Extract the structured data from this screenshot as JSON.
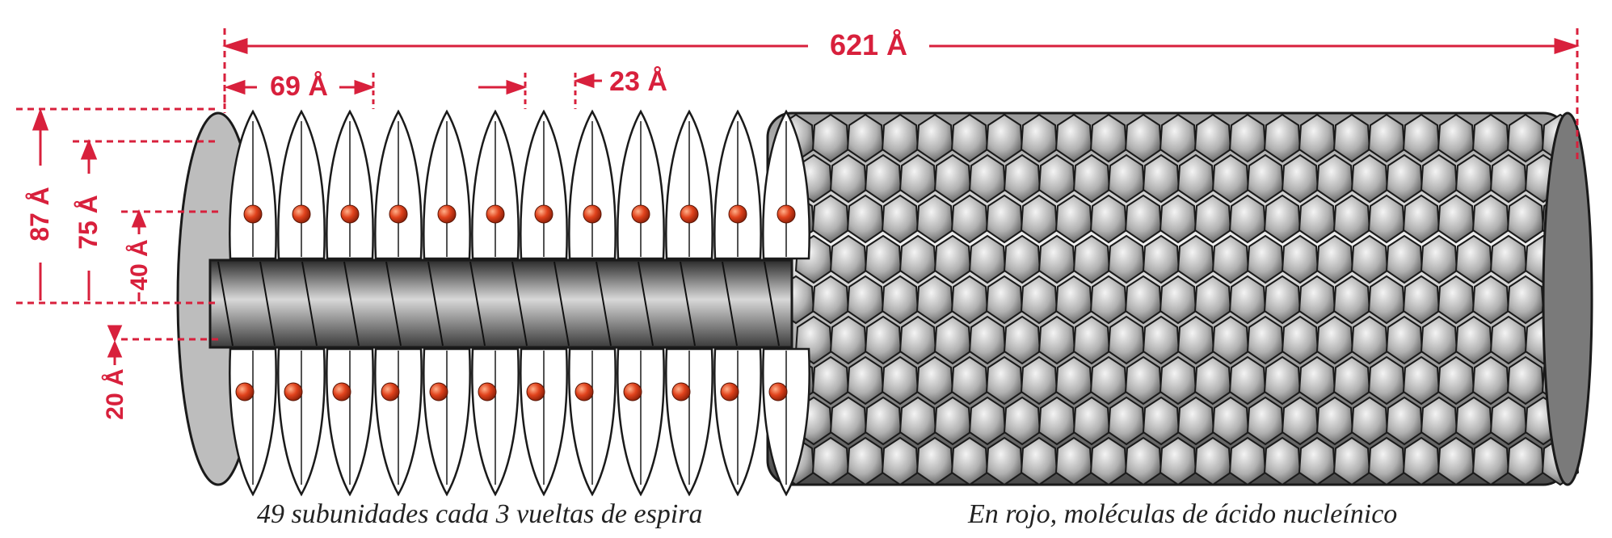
{
  "colors": {
    "dimension": "#d8203c",
    "protein": "#6a6a6a",
    "rna_bead": "#e0421c",
    "outline": "#1a1a1a"
  },
  "dimensions": {
    "total_length": "621 Å",
    "pitch": "69 Å",
    "subunit_spacing": "23 Å",
    "outer_diameter": "87 Å",
    "rna_diameter": "75 Å",
    "core_diameter": "40 Å",
    "inner_radius": "20 Å"
  },
  "captions": {
    "left": "49 subunidades cada 3 vueltas de espira",
    "right": "En rojo, moléculas de ácido nucleínico"
  },
  "legend": {
    "rna_color": "red",
    "rna_meaning": "ácido nucleínico"
  }
}
